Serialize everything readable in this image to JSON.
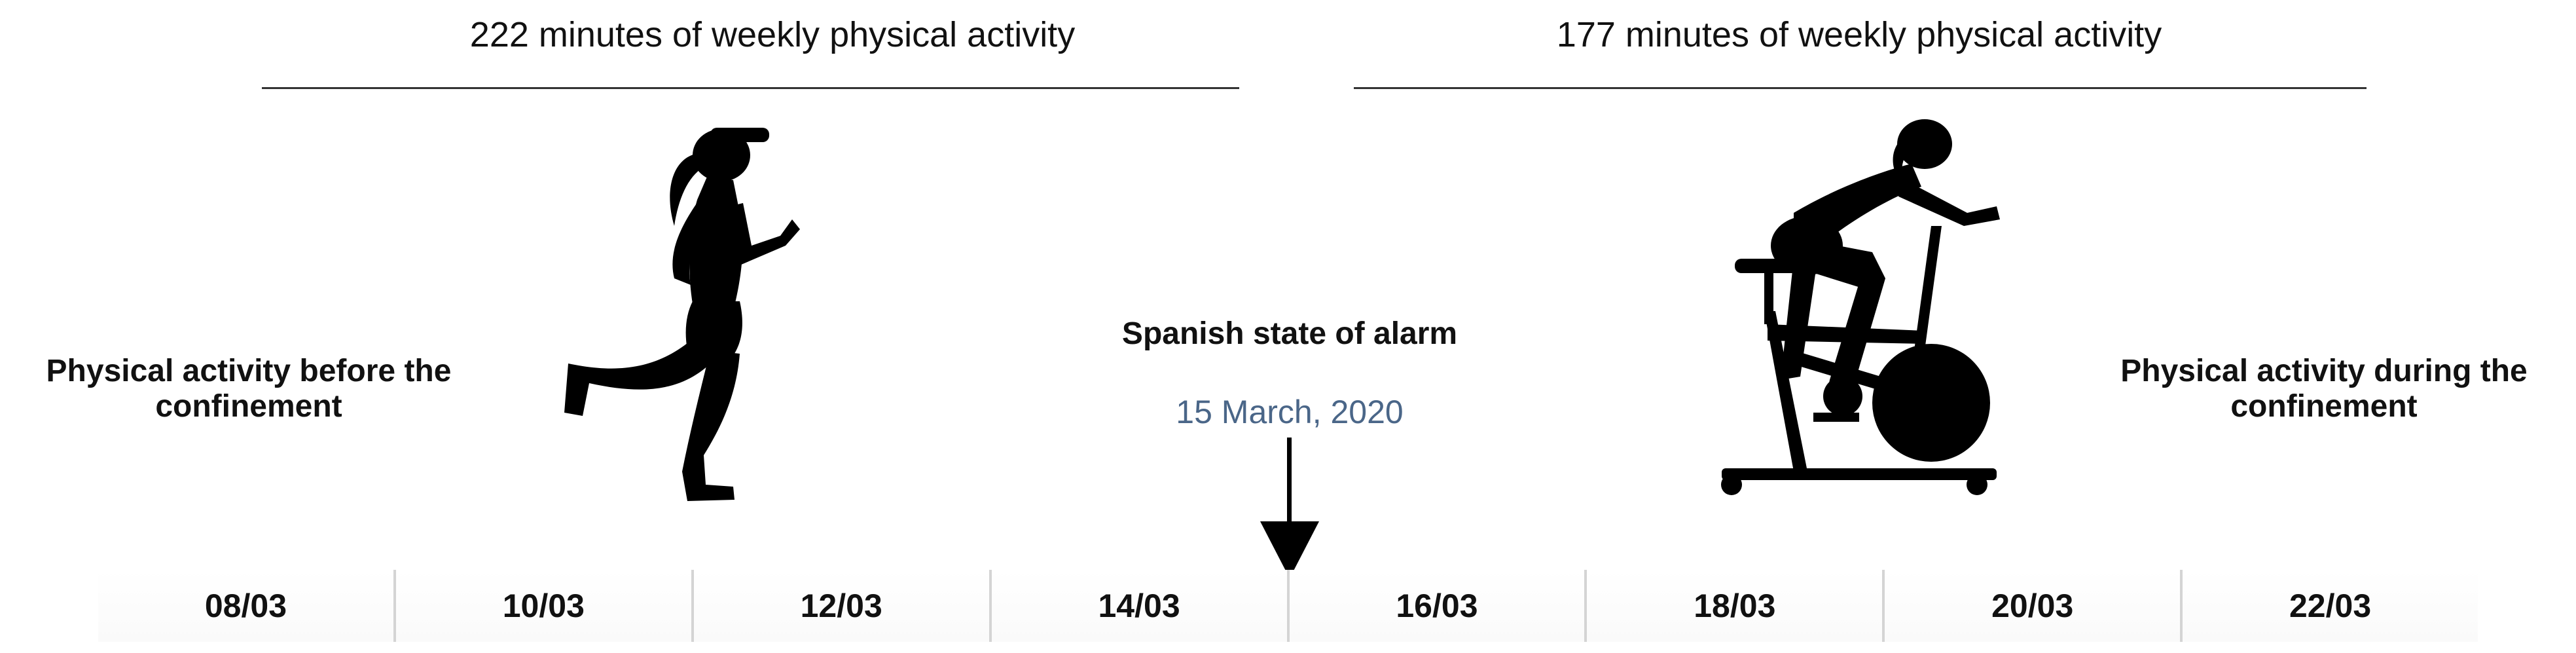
{
  "before": {
    "title": "222 minutes of weekly physical activity",
    "label": "Physical activity before the confinement",
    "icon": "runner-silhouette-icon"
  },
  "during": {
    "title": "177 minutes of weekly physical activity",
    "label": "Physical activity during the confinement",
    "icon": "stationary-bike-rider-icon"
  },
  "event": {
    "title": "Spanish state of alarm",
    "date": "15 March, 2020",
    "date_color": "#4a6688",
    "icon": "down-arrow-icon"
  },
  "timeline": {
    "dates": [
      "08/03",
      "10/03",
      "12/03",
      "14/03",
      "16/03",
      "18/03",
      "20/03",
      "22/03"
    ]
  }
}
